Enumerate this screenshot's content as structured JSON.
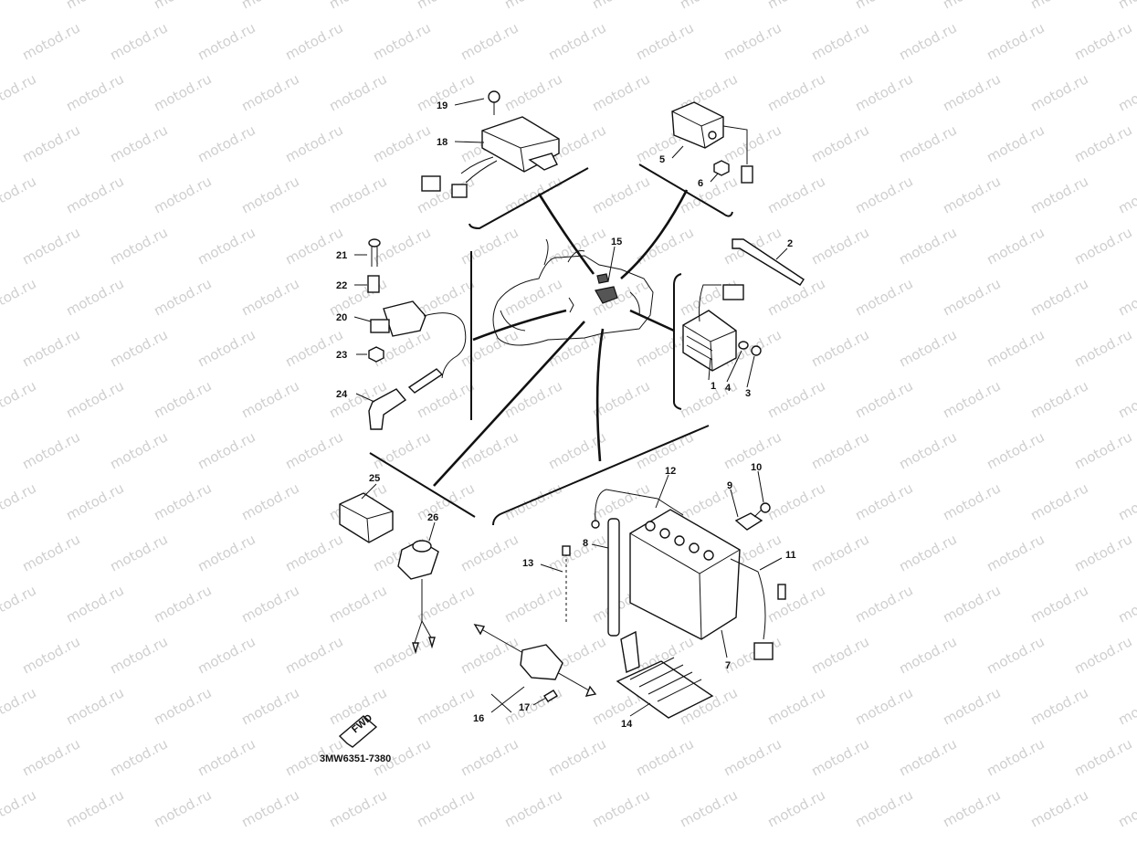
{
  "diagram": {
    "catalog_number": "3MW6351-7380",
    "watermark_text": "motod.ru",
    "fwd_label": "FWD",
    "callouts": [
      {
        "id": "1",
        "label": "1"
      },
      {
        "id": "2",
        "label": "2"
      },
      {
        "id": "3",
        "label": "3"
      },
      {
        "id": "4",
        "label": "4"
      },
      {
        "id": "5",
        "label": "5"
      },
      {
        "id": "6",
        "label": "6"
      },
      {
        "id": "7",
        "label": "7"
      },
      {
        "id": "8",
        "label": "8"
      },
      {
        "id": "9",
        "label": "9"
      },
      {
        "id": "10",
        "label": "10"
      },
      {
        "id": "11",
        "label": "11"
      },
      {
        "id": "12",
        "label": "12"
      },
      {
        "id": "13",
        "label": "13"
      },
      {
        "id": "14",
        "label": "14"
      },
      {
        "id": "15",
        "label": "15"
      },
      {
        "id": "16",
        "label": "16"
      },
      {
        "id": "17",
        "label": "17"
      },
      {
        "id": "18",
        "label": "18"
      },
      {
        "id": "19",
        "label": "19"
      },
      {
        "id": "20",
        "label": "20"
      },
      {
        "id": "21",
        "label": "21"
      },
      {
        "id": "22",
        "label": "22"
      },
      {
        "id": "23",
        "label": "23"
      },
      {
        "id": "24",
        "label": "24"
      },
      {
        "id": "25",
        "label": "25"
      },
      {
        "id": "26",
        "label": "26"
      }
    ]
  },
  "colors": {
    "line": "#111111",
    "background": "#ffffff",
    "watermark": "#cfcfcf"
  }
}
